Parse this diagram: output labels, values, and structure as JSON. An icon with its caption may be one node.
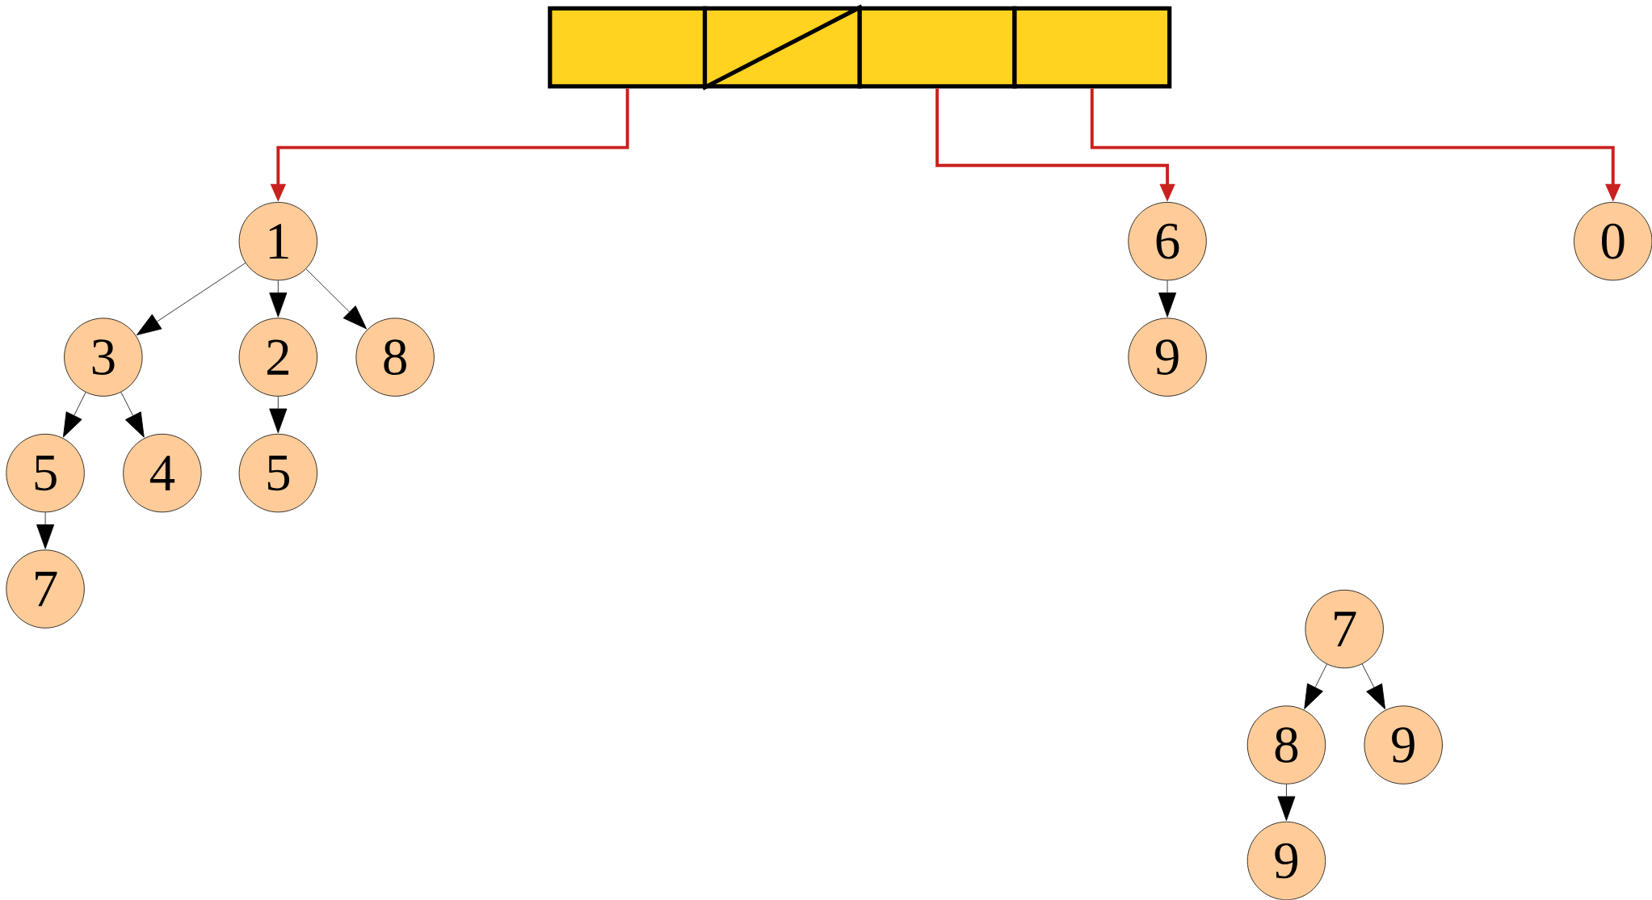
{
  "diagram": {
    "nodes": [
      {
        "text": [],
        "shape": "box"
      },
      {
        "text": [],
        "shape": "box"
      },
      {
        "text": [],
        "shape": "box"
      },
      {
        "text": [],
        "shape": "box"
      },
      {
        "text": [
          "1"
        ]
      },
      {
        "text": [
          "6"
        ]
      },
      {
        "text": [
          "0"
        ]
      },
      {
        "text": [
          "3"
        ]
      },
      {
        "text": [
          "2"
        ]
      },
      {
        "text": [
          "8"
        ]
      },
      {
        "text": [
          "9"
        ]
      },
      {
        "text": [
          "5"
        ]
      },
      {
        "text": [
          "4"
        ]
      },
      {
        "text": [
          "5"
        ]
      },
      {
        "text": [
          "7"
        ]
      },
      {
        "text": [
          "7"
        ]
      },
      {
        "text": [
          "8"
        ]
      },
      {
        "text": [
          "9"
        ]
      },
      {
        "text": [
          "9"
        ]
      }
    ],
    "edges": [
      {
        "from": 0,
        "to": 4,
        "arrow": "to",
        "style": "thick",
        "color": "#c9211e"
      },
      {
        "from": 2,
        "to": 5,
        "arrow": "to",
        "style": "thick",
        "color": "#c9211e"
      },
      {
        "from": 3,
        "to": 6,
        "arrow": "to",
        "style": "thick",
        "color": "#c9211e"
      },
      {
        "from": 4,
        "to": 7,
        "arrow": "to"
      },
      {
        "from": 4,
        "to": 8,
        "arrow": "to"
      },
      {
        "from": 4,
        "to": 9,
        "arrow": "to"
      },
      {
        "from": 5,
        "to": 10,
        "arrow": "to"
      },
      {
        "from": 7,
        "to": 11,
        "arrow": "to"
      },
      {
        "from": 7,
        "to": 12,
        "arrow": "to"
      },
      {
        "from": 8,
        "to": 13,
        "arrow": "to"
      },
      {
        "from": 11,
        "to": 14,
        "arrow": "to"
      },
      {
        "from": 15,
        "to": 16,
        "arrow": "to"
      },
      {
        "from": 15,
        "to": 17,
        "arrow": "to"
      },
      {
        "from": 16,
        "to": 18,
        "arrow": "to"
      }
    ]
  }
}
